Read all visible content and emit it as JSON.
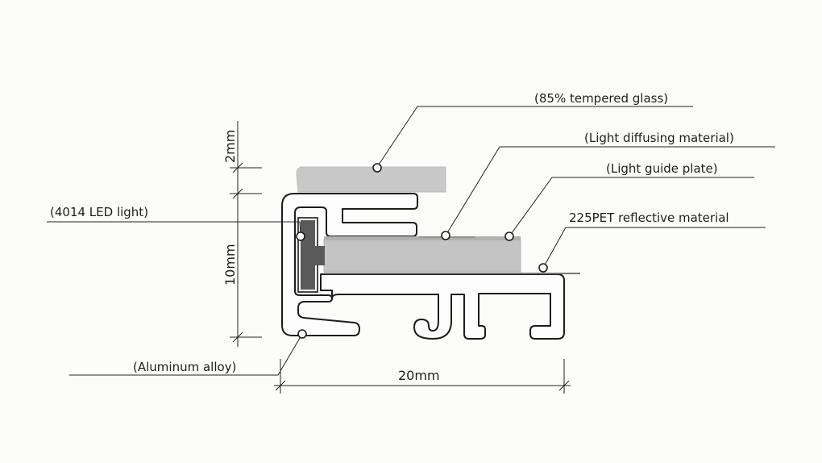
{
  "labels": {
    "tempered_glass": "(85% tempered glass)",
    "diffusing": "(Light diffusing material)",
    "guide_plate": "(Light guide plate)",
    "reflective": "225PET reflective material",
    "led": "(4014 LED light)",
    "aluminum": "(Aluminum alloy)"
  },
  "dimensions": {
    "top": "2mm",
    "height": "10mm",
    "width": "20mm"
  },
  "colors": {
    "glass": "#c8c8c8",
    "guide_plate": "#c4c4c4",
    "diffuser": "#b0b0b0",
    "led": "#5a5a5a",
    "line": "#222222"
  }
}
